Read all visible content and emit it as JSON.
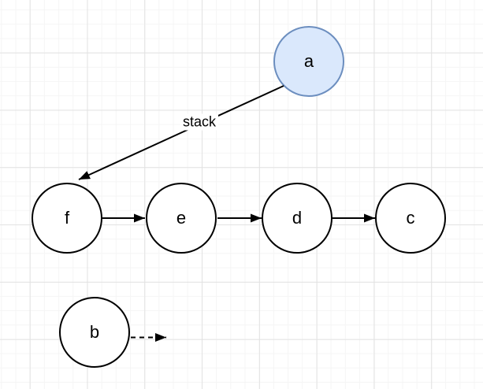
{
  "canvas": {
    "kind": "diagram-grid-canvas",
    "background_color": "#ffffff",
    "grid_minor_color": "#f5f5f5",
    "grid_major_color": "#e2e2e2"
  },
  "colors": {
    "accent_node_fill": "#dae8fc",
    "accent_node_stroke": "#6c8ebf",
    "default_node_fill": "#ffffff",
    "default_node_stroke": "#000000",
    "edge_color": "#000000"
  },
  "diagram": {
    "nodes": [
      {
        "id": "a",
        "label": "a",
        "shape": "circle",
        "fill": "#dae8fc",
        "stroke": "#6c8ebf"
      },
      {
        "id": "f",
        "label": "f",
        "shape": "circle",
        "fill": "#ffffff",
        "stroke": "#000000"
      },
      {
        "id": "e",
        "label": "e",
        "shape": "circle",
        "fill": "#ffffff",
        "stroke": "#000000"
      },
      {
        "id": "d",
        "label": "d",
        "shape": "circle",
        "fill": "#ffffff",
        "stroke": "#000000"
      },
      {
        "id": "c",
        "label": "c",
        "shape": "circle",
        "fill": "#ffffff",
        "stroke": "#000000"
      },
      {
        "id": "b",
        "label": "b",
        "shape": "circle",
        "fill": "#ffffff",
        "stroke": "#000000"
      }
    ],
    "edges": [
      {
        "id": "a-f",
        "from": "a",
        "to": "f",
        "label": "stack",
        "line": "solid",
        "arrow": "filled"
      },
      {
        "id": "f-e",
        "from": "f",
        "to": "e",
        "label": "",
        "line": "solid",
        "arrow": "filled"
      },
      {
        "id": "e-d",
        "from": "e",
        "to": "d",
        "label": "",
        "line": "solid",
        "arrow": "filled"
      },
      {
        "id": "d-c",
        "from": "d",
        "to": "c",
        "label": "",
        "line": "solid",
        "arrow": "filled"
      },
      {
        "id": "b-out",
        "from": "b",
        "to": "",
        "label": "",
        "line": "dashed",
        "arrow": "filled"
      }
    ]
  }
}
